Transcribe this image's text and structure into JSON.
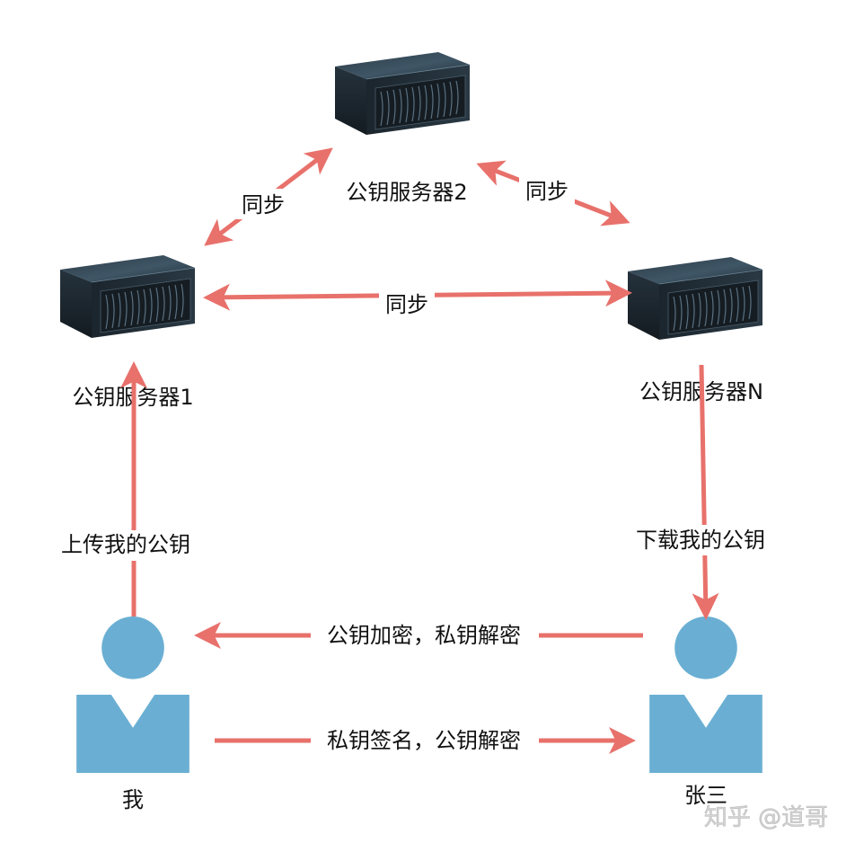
{
  "colors": {
    "arrow": "#e8716b",
    "person": "#6aafd3",
    "server_dark": "#1f2a33",
    "text": "#111111",
    "watermark": "#c8c8c8"
  },
  "servers": [
    {
      "id": "server-1",
      "label": "公钥服务器1"
    },
    {
      "id": "server-2",
      "label": "公钥服务器2"
    },
    {
      "id": "server-n",
      "label": "公钥服务器N"
    }
  ],
  "people": [
    {
      "id": "me",
      "label": "我"
    },
    {
      "id": "zhangsan",
      "label": "张三"
    }
  ],
  "edges": {
    "sync_1_2": {
      "label": "同步",
      "direction": "both"
    },
    "sync_2_n": {
      "label": "同步",
      "direction": "both"
    },
    "sync_1_n": {
      "label": "同步",
      "direction": "both"
    },
    "upload": {
      "label": "上传我的公钥",
      "from": "我",
      "to": "公钥服务器1"
    },
    "download": {
      "label": "下载我的公钥",
      "from": "公钥服务器N",
      "to": "张三"
    },
    "encrypt": {
      "label": "公钥加密，私钥解密",
      "from": "张三",
      "to": "我"
    },
    "sign": {
      "label": "私钥签名，公钥解密",
      "from": "我",
      "to": "张三"
    }
  },
  "watermark": "知乎 @道哥"
}
